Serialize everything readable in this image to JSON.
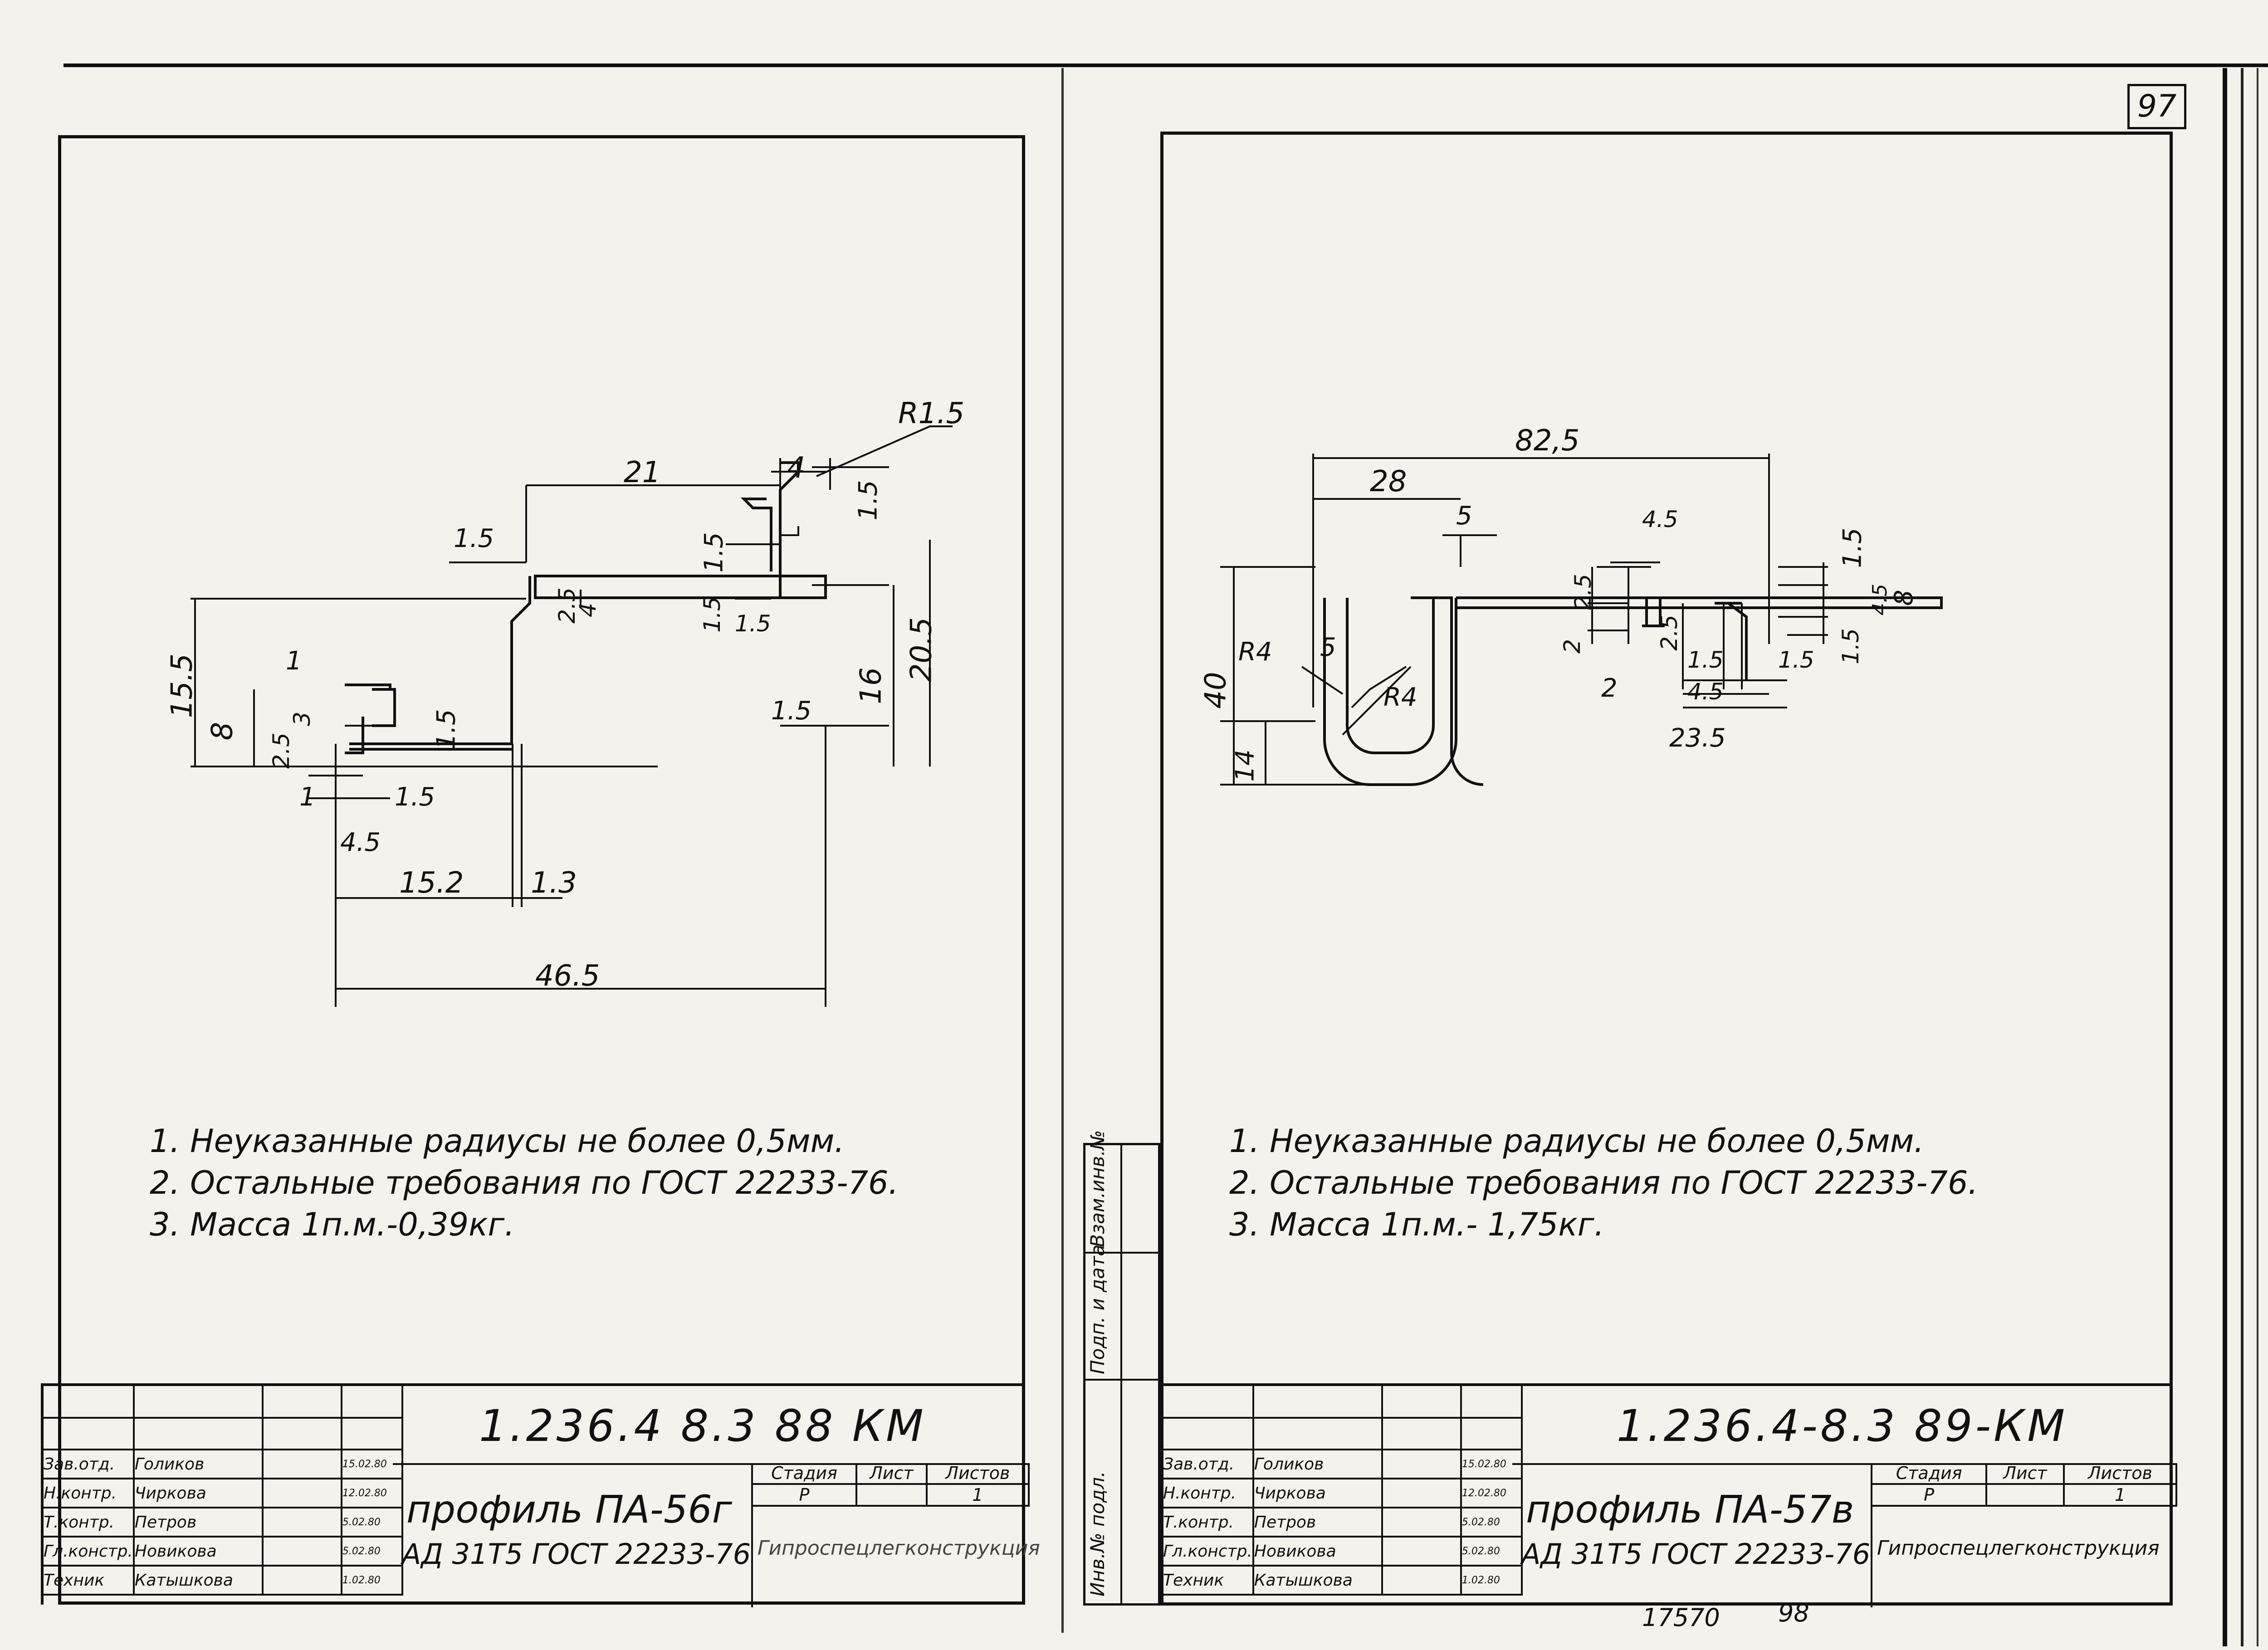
{
  "sheet_number": "97",
  "left": {
    "dims": {
      "d21": "21",
      "d4": "4",
      "r15": "R1.5",
      "d15a": "1.5",
      "d15b": "1.5",
      "d15c": "1.5",
      "d25a": "2.5",
      "d4b": "4",
      "d15d": "1.5",
      "d15e": "1.5",
      "d155": "15.5",
      "d1": "1",
      "d8": "8",
      "d25b": "2.5",
      "d3": "3",
      "d15f": "1.5",
      "d16": "16",
      "d205": "20.5",
      "d15g": "1.5",
      "d1b": "1",
      "d15h": "1.5",
      "d45": "4.5",
      "d152": "15.2",
      "d13": "1.3",
      "d465": "46.5"
    },
    "notes": [
      "1. Неуказанные радиусы не более 0,5мм.",
      "2. Остальные требования по ГОСТ 22233-76.",
      "3. Масса 1п.м.-0,39кг."
    ],
    "title_block": {
      "doc_code": "1.236.4 8.3 88 КМ",
      "title": "профиль ПА-56г",
      "material": "АД 31Т5 ГОСТ 22233-76",
      "stage_label": "Стадия",
      "sheet_label": "Лист",
      "sheets_label": "Листов",
      "stage": "Р",
      "sheet": "1",
      "org": "Гипроспецлегконструкция",
      "people": [
        {
          "role": "Зав.отд.",
          "name": "Голиков",
          "date": "15.02.80"
        },
        {
          "role": "Н.контр.",
          "name": "Чиркова",
          "date": "12.02.80"
        },
        {
          "role": "Т.контр.",
          "name": "Петров",
          "date": "5.02.80"
        },
        {
          "role": "Гл.констр.",
          "name": "Новикова",
          "date": "5.02.80"
        },
        {
          "role": "Техник",
          "name": "Катышкова",
          "date": "1.02.80"
        }
      ]
    }
  },
  "right": {
    "dims": {
      "d825": "82,5",
      "d28": "28",
      "d5": "5",
      "d45a": "4.5",
      "d15a": "1.5",
      "d25a": "2.5",
      "d2a": "2",
      "d25b": "2.5",
      "d45b": "4.5",
      "d8": "8",
      "d15b": "1.5",
      "d40": "40",
      "r4a": "R4",
      "d5b": "5",
      "r4b": "R4",
      "d14": "14",
      "d15c": "1.5",
      "d45c": "4.5",
      "d15d": "1.5",
      "d2b": "2",
      "d235": "23.5"
    },
    "notes": [
      "1. Неуказанные радиусы не более 0,5мм.",
      "2. Остальные требования по ГОСТ 22233-76.",
      "3. Масса 1п.м.- 1,75кг."
    ],
    "title_block": {
      "doc_code": "1.236.4-8.3 89-КМ",
      "title": "профиль ПА-57в",
      "material": "АД 31Т5 ГОСТ 22233-76",
      "stage_label": "Стадия",
      "sheet_label": "Лист",
      "sheets_label": "Листов",
      "stage": "Р",
      "sheet": "1",
      "org": "Гипроспецлегконструкция",
      "people": [
        {
          "role": "Зав.отд.",
          "name": "Голиков",
          "date": "15.02.80"
        },
        {
          "role": "Н.контр.",
          "name": "Чиркова",
          "date": "12.02.80"
        },
        {
          "role": "Т.контр.",
          "name": "Петров",
          "date": "5.02.80"
        },
        {
          "role": "Гл.констр.",
          "name": "Новикова",
          "date": "5.02.80"
        },
        {
          "role": "Техник",
          "name": "Катышкова",
          "date": "1.02.80"
        }
      ]
    },
    "sidebar": [
      "Инв.№ подл.",
      "Подп. и дата",
      "Взам.инв.№"
    ]
  },
  "footer": [
    "17570",
    "98"
  ]
}
